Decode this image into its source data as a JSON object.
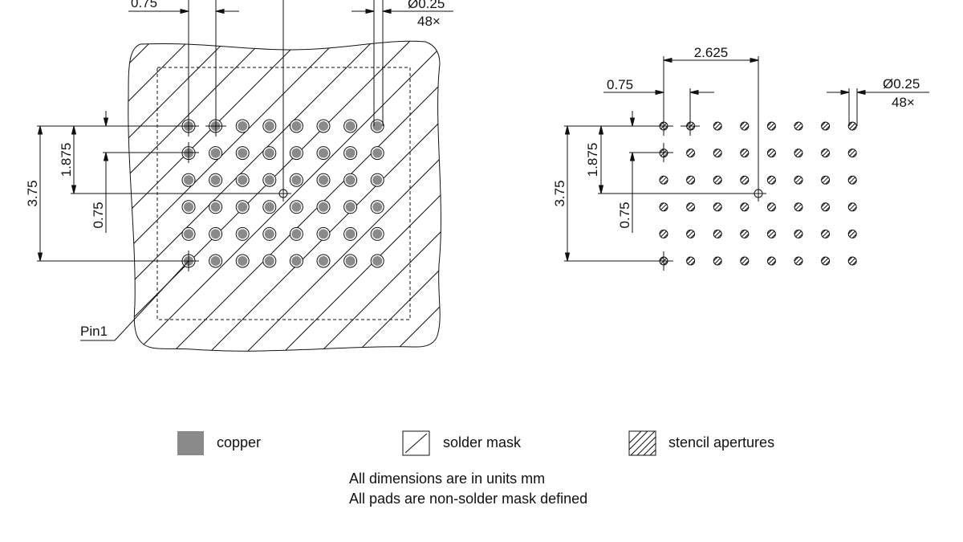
{
  "colors": {
    "line": "#111111",
    "copper_fill": "#8a8a8a",
    "background": "#ffffff"
  },
  "left_view": {
    "dim_pitch_x": "0.75",
    "dim_pad_dia": "Ø0.25",
    "dim_pad_count": "48×",
    "dim_height": "3.75",
    "dim_half_height": "1.875",
    "dim_pitch_y": "0.75",
    "pin1_label": "Pin1"
  },
  "right_view": {
    "dim_offset": "2.625",
    "dim_pitch_x": "0.75",
    "dim_pad_dia": "Ø0.25",
    "dim_pad_count": "48×",
    "dim_height": "3.75",
    "dim_half_height": "1.875",
    "dim_pitch_y": "0.75"
  },
  "grid": {
    "rows": 6,
    "cols": 8
  },
  "legend": {
    "copper": "copper",
    "solder_mask": "solder mask",
    "stencil": "stencil apertures"
  },
  "notes": [
    "All dimensions are in units mm",
    "All pads are non-solder mask defined"
  ]
}
